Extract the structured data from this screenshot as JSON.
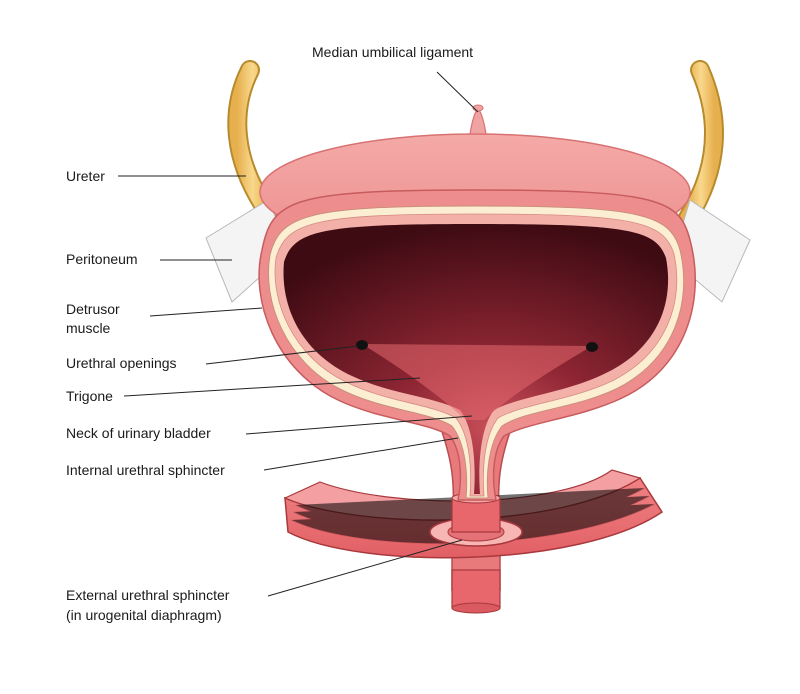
{
  "labels": {
    "median_umbilical_ligament": "Median umbilical ligament",
    "ureter": "Ureter",
    "peritoneum": "Peritoneum",
    "detrusor_line1": "Detrusor",
    "detrusor_line2": "muscle",
    "urethral_openings": "Urethral openings",
    "trigone": "Trigone",
    "neck_of_bladder": "Neck of urinary bladder",
    "internal_sphincter": "Internal urethral sphincter",
    "external_sphincter_line1": "External urethral sphincter",
    "external_sphincter_line2": "(in urogenital diaphragm)"
  },
  "colors": {
    "outer_wall": "#f0a3a3",
    "wall_edge": "#d87272",
    "lining_cream": "#fbeed2",
    "lumen_dark": "#3f0b13",
    "lumen_mid": "#a2323e",
    "trigone": "#f07a7a",
    "ureter_fill": "#f2c46a",
    "ureter_edge": "#b78a2c",
    "diaphragm": "#ec6f73",
    "diaphragm_edge": "#a8383c",
    "peritoneum": "#f4f4f4"
  }
}
